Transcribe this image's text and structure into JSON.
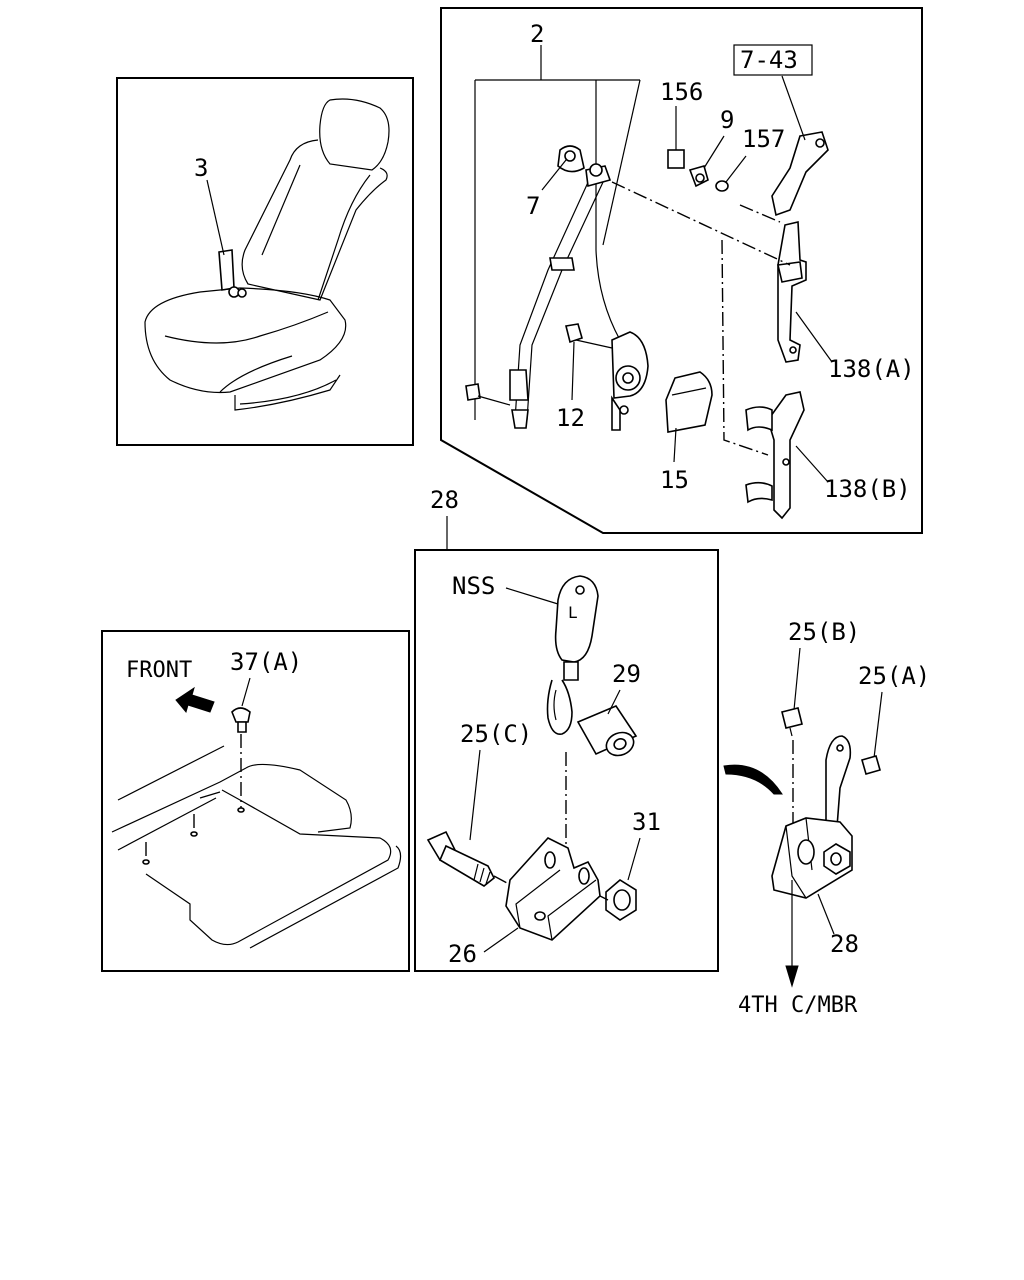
{
  "labels": {
    "p2": "2",
    "p3": "3",
    "p7": "7",
    "p7_43": "7-43",
    "p156": "156",
    "p9": "9",
    "p157": "157",
    "p138a": "138(A)",
    "p138b": "138(B)",
    "p12": "12",
    "p15": "15",
    "p28_top": "28",
    "nss": "NSS",
    "p29": "29",
    "p25c": "25(C)",
    "p31": "31",
    "p26": "26",
    "front": "FRONT",
    "p37a": "37(A)",
    "p25b": "25(B)",
    "p25a": "25(A)",
    "p28_right": "28",
    "mbr": "4TH C/MBR",
    "tag_l": "L"
  },
  "icons": [
    "seat-icon",
    "seatbelt-assembly-icon",
    "front-arrow-icon",
    "anchor-bracket-icon",
    "floor-panel-icon"
  ]
}
